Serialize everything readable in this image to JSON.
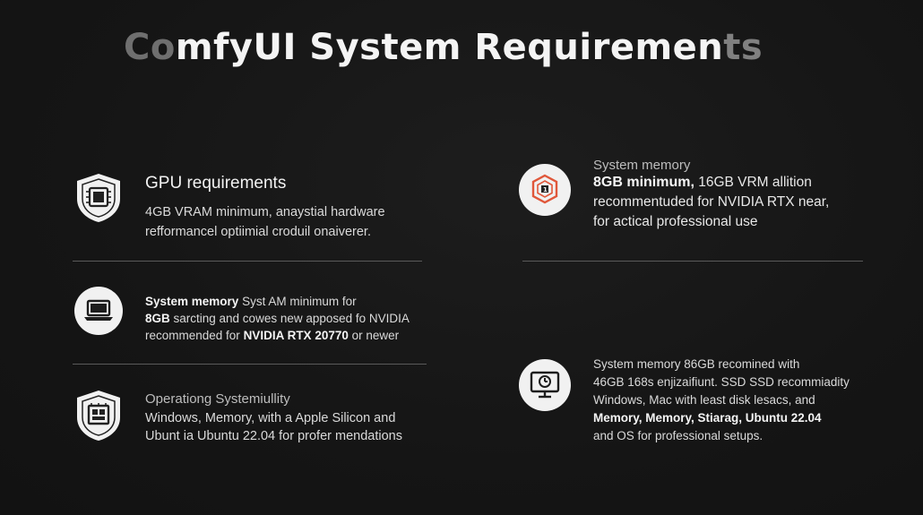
{
  "title": {
    "part1": "Co",
    "part2": "mfyUI System Requiremen",
    "part3": "ts"
  },
  "left": {
    "gpu": {
      "icon": "cpu-shield-icon",
      "heading": "GPU requirements",
      "line1": "4GB VRAM minimum,  anaystial hardware",
      "line2": "refformancel optiimial croduil onaiverer."
    },
    "memory": {
      "icon": "laptop-icon",
      "heading": "System memory",
      "line1_rest": " Syst AM minimum for",
      "line2_bold": "8GB",
      "line2_rest": " sarcting and cowes new apposed fo NVIDIA",
      "line3_start": "recommended for ",
      "line3_bold": "NVIDIA RTX 20770",
      "line3_end": " or newer"
    },
    "os": {
      "icon": "chip-shield-icon",
      "heading": "Operationg Systemiullity",
      "line1": "Windows, Memory, with a Apple Silicon and",
      "line2": "Ubunt ia Ubuntu 22.04  for profer mendations"
    }
  },
  "right": {
    "memory": {
      "icon": "hexagon-memory-icon",
      "heading": "System memory",
      "line1_bold": "8GB minimum,",
      "line1_rest": " 16GB VRM  allition",
      "line2": "recommentuded for NVIDIA RTX near,",
      "line3": "for actical professional use"
    },
    "storage": {
      "icon": "monitor-timer-icon",
      "line1": "System memory 86GB recomined with",
      "line2": "46GB 168s enjizaifiunt. SSD SSD recommiadity",
      "line3": "Windows, Mac with least disk lesacs, and",
      "line4_bold": "Memory, Memory, Stiarag, Ubuntu 22.04",
      "line5": "and OS for professional setups."
    }
  },
  "colors": {
    "background": "#161616",
    "accent": "#e0573a",
    "text": "#e6e6e6"
  }
}
